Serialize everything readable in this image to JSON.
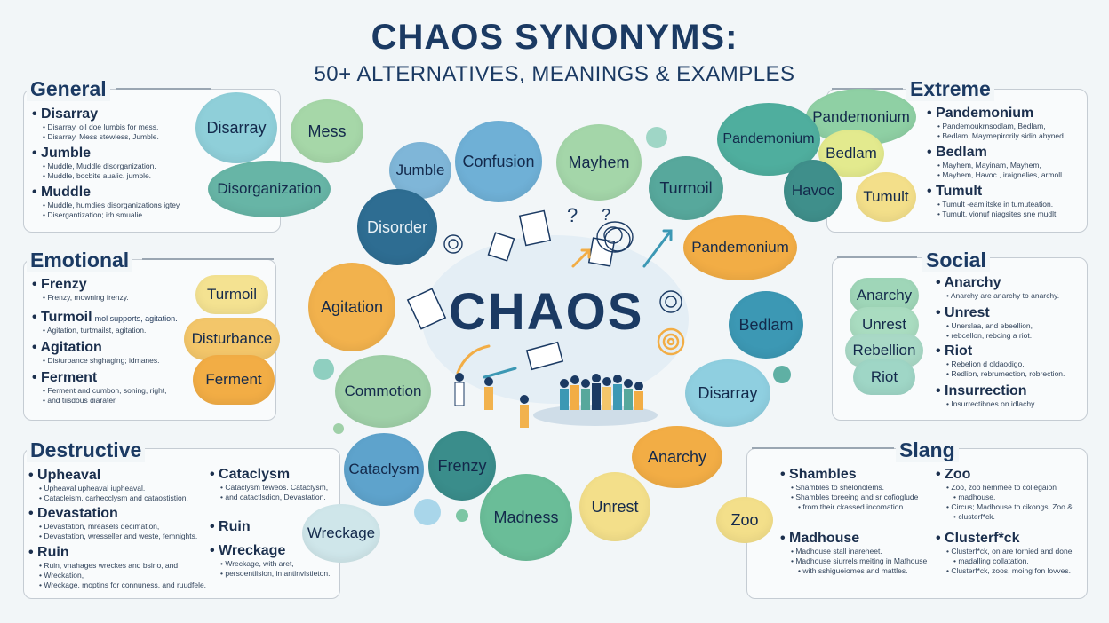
{
  "header": {
    "title": "CHAOS SYNONYMS:",
    "subtitle": "50+ ALTERNATIVES, MEANINGS & EXAMPLES"
  },
  "center": {
    "word": "CHAOS"
  },
  "colors": {
    "blue": "#6fb0d6",
    "teal": "#69b9a8",
    "green": "#9fcf9e",
    "orange": "#f2b24d",
    "yellow": "#f3df8a",
    "navy": "#2e6d92"
  },
  "sections": {
    "general": {
      "title": "General",
      "items": [
        {
          "term": "Disarray",
          "desc": [
            "Disarray, oil doe lumbis for mess.",
            "Disarray, Mess stewless, Jumble."
          ]
        },
        {
          "term": "Jumble",
          "desc": [
            "Muddle, Muddle disorganization.",
            "Muddle, bocbite aualic. jumble."
          ]
        },
        {
          "term": "Muddle",
          "desc": [
            "Muddle, humdies disorganizations igtey",
            "Disergantization; irh smualie."
          ]
        }
      ]
    },
    "emotional": {
      "title": "Emotional",
      "items": [
        {
          "term": "Frenzy",
          "desc": [
            "Frenzy, mowning frenzy."
          ]
        },
        {
          "term": "Turmoil",
          "extra": "mol supports, agitation.",
          "desc": [
            "Agitation, turtmailst, agitation."
          ]
        },
        {
          "term": "Agitation",
          "desc": [
            "Disturbance shghaging; idmanes."
          ]
        },
        {
          "term": "Ferment",
          "desc": [
            "Ferment and cumbon, soning, right,",
            "and tiisdous diarater."
          ]
        }
      ],
      "chips": [
        "Turmoil",
        "Disturbance",
        "Ferment"
      ]
    },
    "destructive": {
      "title": "Destructive",
      "left": [
        {
          "term": "Upheaval",
          "desc": [
            "Upheaval upheaval iupheaval.",
            "Catacleism, carhecclysm and cataostistion."
          ]
        },
        {
          "term": "Devastation",
          "desc": [
            "Devastation, mreasels decimation,",
            "Devastation, wresseller and weste, femnights."
          ]
        },
        {
          "term": "Ruin",
          "desc": [
            "Ruin, vnahages wreckes and bsino, and",
            "Wreckation,",
            "Wreckage, moptins for connuness, and ruudfele."
          ]
        }
      ],
      "right": [
        {
          "term": "Cataclysm",
          "desc": [
            "Cataclysm teweos. Cataclysm,",
            "and catactlsdion, Devastation."
          ]
        },
        {
          "term": "Ruin",
          "desc": []
        },
        {
          "term": "Wreckage",
          "desc": [
            "Wreckage, with aret,",
            "persoentiision, in antinvistieton."
          ]
        }
      ],
      "bubble": "Wreckage"
    },
    "extreme": {
      "title": "Extreme",
      "items": [
        {
          "term": "Pandemonium",
          "desc": [
            "Pandemoukrnsodlam, Bedlam,",
            "Bedlam, Maymepirorily sidin ahyned."
          ]
        },
        {
          "term": "Bedlam",
          "desc": [
            "Mayhem, Mayinam, Mayhem,",
            "Mayhem, Havoc., iraignelies, armoll."
          ]
        },
        {
          "term": "Tumult",
          "desc": [
            "Tumult -eamlitske in tumuteation.",
            "Tumult, vionuf niagsites sne mudlt."
          ]
        }
      ],
      "bubbles": [
        "Pandemonium",
        "Pandemonium",
        "Bedlam",
        "Havoc",
        "Tumult"
      ]
    },
    "social": {
      "title": "Social",
      "items": [
        {
          "term": "Anarchy",
          "desc": [
            "Anarchy are anarchy to anarchy."
          ]
        },
        {
          "term": "Unrest",
          "desc": [
            "Unerslaa, and ebeellion,",
            "rebcellon, rebcing a riot."
          ]
        },
        {
          "term": "Riot",
          "desc": [
            "Rebelion d oldaodigo,",
            "Redlion, rebrumection, robrection."
          ]
        },
        {
          "term": "Insurrection",
          "desc": [
            "Insurrectibnes on idlachy."
          ]
        }
      ],
      "chips": [
        "Anarchy",
        "Unrest",
        "Rebellion",
        "Riot"
      ]
    },
    "slang": {
      "title": "Slang",
      "left": [
        {
          "term": "Shambles",
          "desc": [
            "Shambles to shelonolems.",
            "Shambles toreeing and sr cofioglude",
            "from their ckassed incomation."
          ]
        },
        {
          "term": "Madhouse",
          "desc": [
            "Madhouse stall inareheet.",
            "Madhouse siurrels meiting in Mafhouse",
            "with sshigueiomes and mattles."
          ]
        }
      ],
      "right": [
        {
          "term": "Zoo",
          "desc": [
            "Zoo, zoo hemmee to collegaion",
            "madhouse.",
            "Circus; Madhouse to cikongs, Zoo &",
            "clusterf*ck."
          ]
        },
        {
          "term": "Clusterf*ck",
          "desc": [
            "Clusterf*ck, on are tornied and done,",
            "madalling collatation.",
            "Clusterf*ck, zoos, moing fon lovves."
          ]
        }
      ],
      "bubble": "Zoo"
    }
  },
  "bubbles": {
    "disarray_top": "Disarray",
    "mess": "Mess",
    "disorganization": "Disorganization",
    "jumble": "Jumble",
    "confusion": "Confusion",
    "mayhem": "Mayhem",
    "turmoil": "Turmoil",
    "disorder": "Disorder",
    "pandemonium": "Pandemonium",
    "agitation": "Agitation",
    "bedlam": "Bedlam",
    "commotion": "Commotion",
    "disarray": "Disarray",
    "cataclysm": "Cataclysm",
    "frenzy": "Frenzy",
    "anarchy": "Anarchy",
    "madness": "Madness",
    "unrest": "Unrest"
  }
}
